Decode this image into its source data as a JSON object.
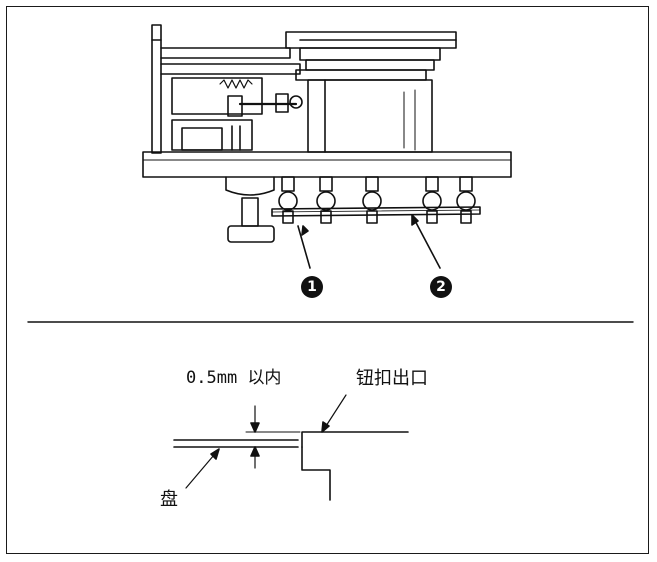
{
  "callouts": {
    "part_1": "1",
    "part_2": "2"
  },
  "detail": {
    "gap_value": "0.5mm",
    "gap_unit": "以内",
    "outlet_label": "钮扣出口",
    "disc_label": "盘"
  }
}
